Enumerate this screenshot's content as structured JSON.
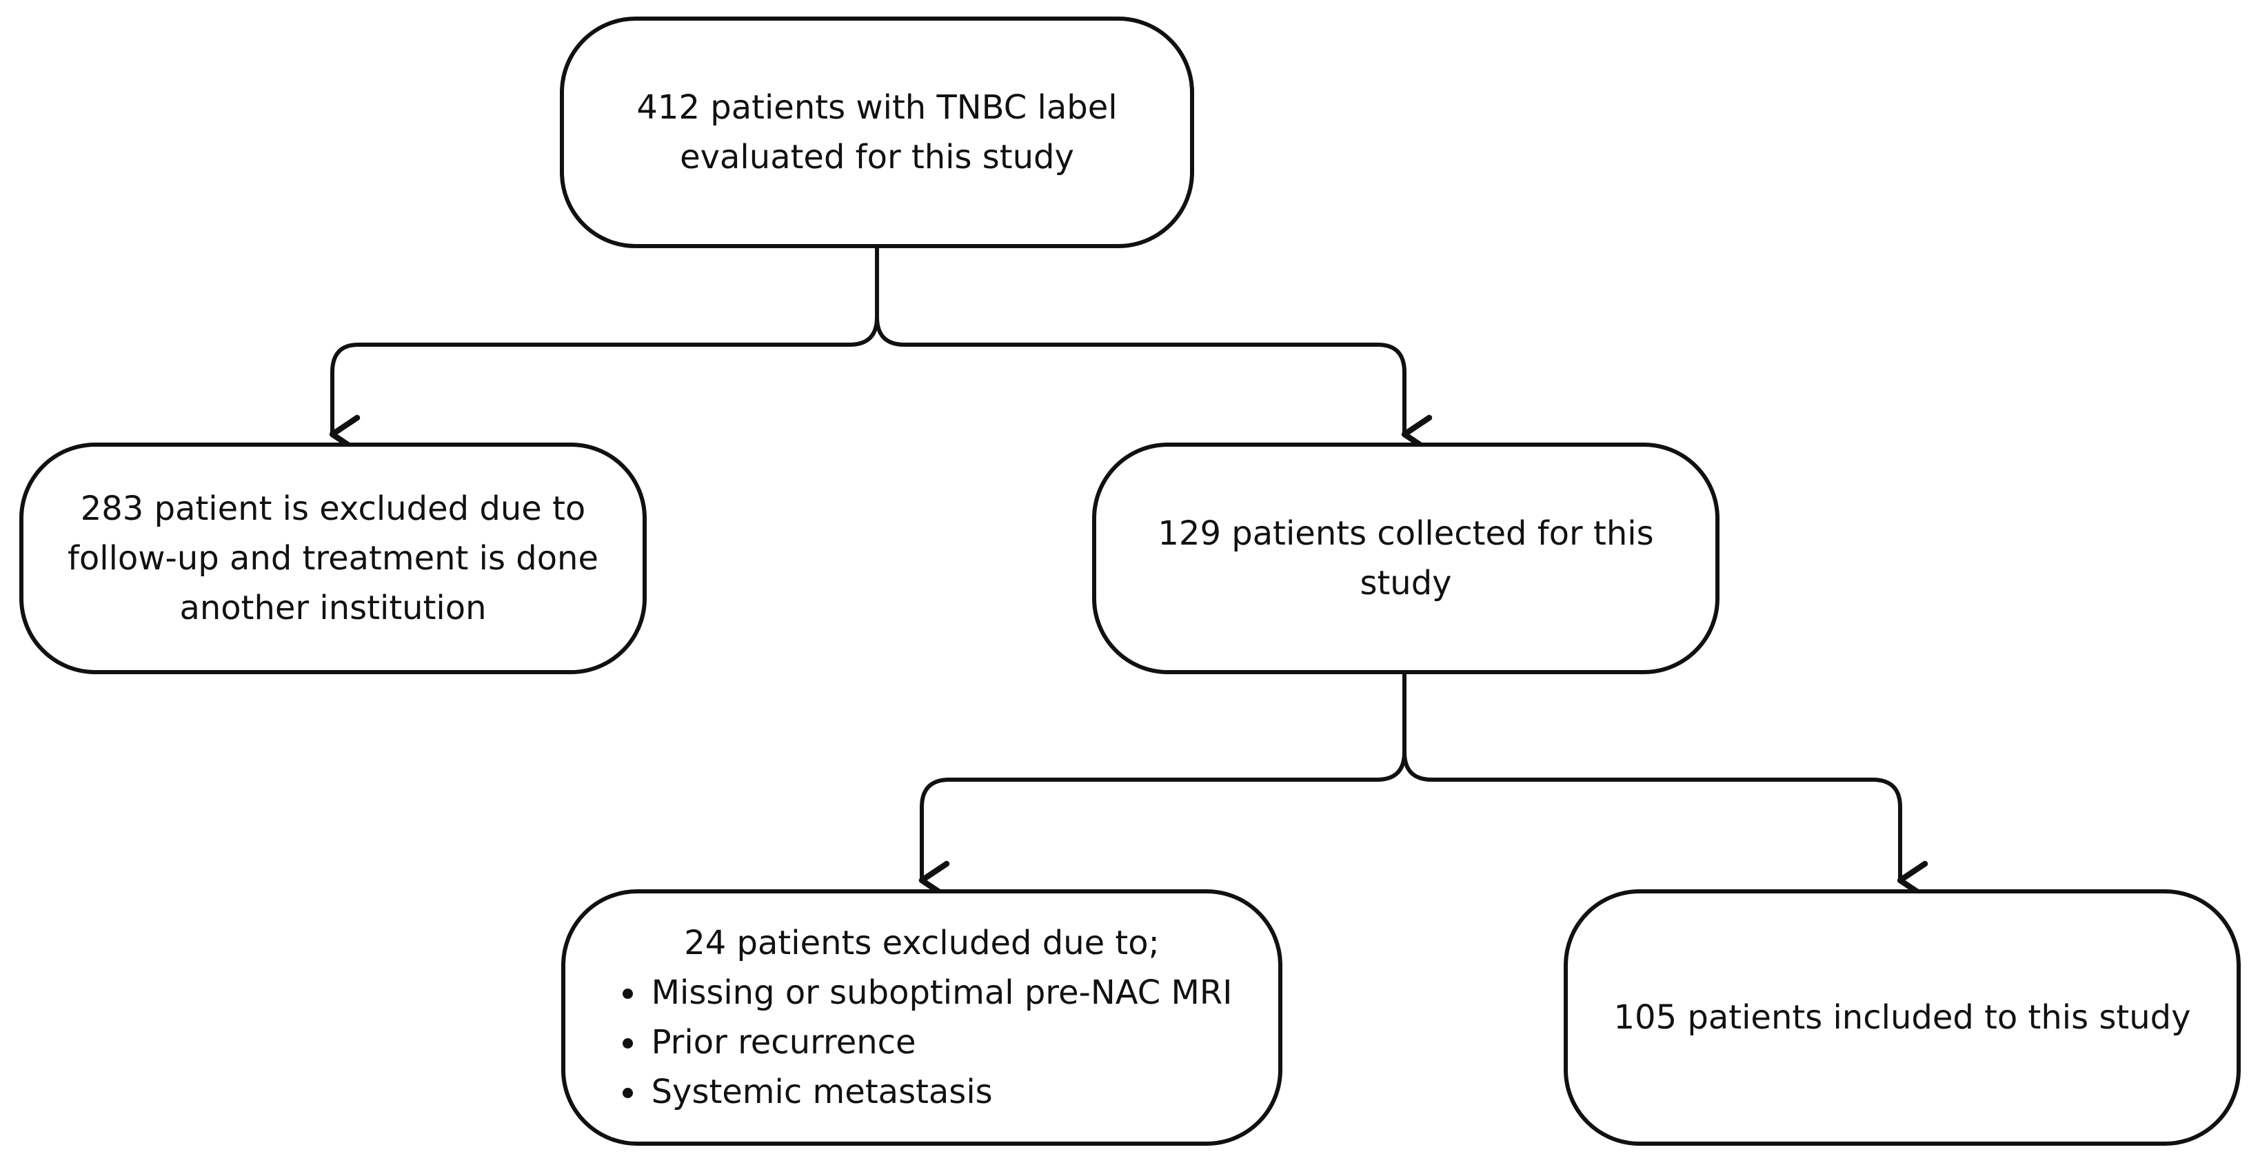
{
  "flowchart": {
    "nodes": [
      {
        "id": "evaluated",
        "text": "412 patients with TNBC label evaluated for this study"
      },
      {
        "id": "excluded_institution",
        "text": "283 patient is excluded due to follow-up and treatment is done another institution"
      },
      {
        "id": "collected",
        "text": "129 patients collected for this study"
      },
      {
        "id": "excluded_criteria",
        "text": "24 patients excluded due to;",
        "bullets": [
          "Missing or suboptimal pre-NAC MRI",
          "Prior recurrence",
          "Systemic metastasis"
        ]
      },
      {
        "id": "included",
        "text": "105 patients included to this study"
      }
    ],
    "edges": [
      {
        "from": "evaluated",
        "to": "excluded_institution"
      },
      {
        "from": "evaluated",
        "to": "collected"
      },
      {
        "from": "collected",
        "to": "excluded_criteria"
      },
      {
        "from": "collected",
        "to": "included"
      }
    ],
    "colors": {
      "stroke": "#111111",
      "background": "#ffffff",
      "text": "#111111"
    }
  }
}
